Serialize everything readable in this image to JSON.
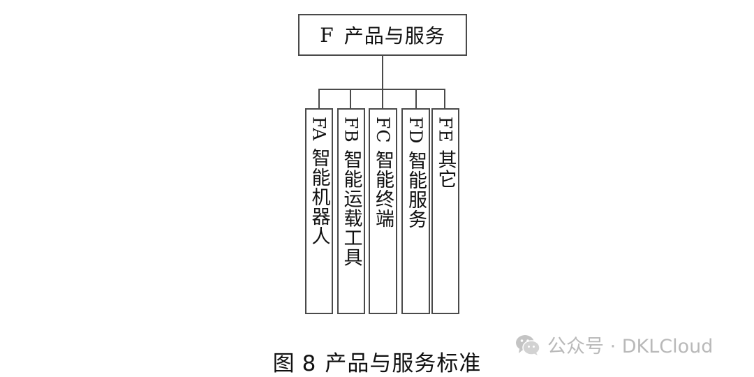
{
  "root": {
    "code": "F",
    "label": "产品与服务"
  },
  "children": [
    {
      "code": "FA",
      "label": "智能机器人"
    },
    {
      "code": "FB",
      "label": "智能运载工具"
    },
    {
      "code": "FC",
      "label": "智能终端"
    },
    {
      "code": "FD",
      "label": "智能服务"
    },
    {
      "code": "FE",
      "label": "其它"
    }
  ],
  "caption": {
    "prefix": "图",
    "number": "8",
    "title": "产品与服务标准"
  },
  "watermark": {
    "icon": "wechat-icon",
    "text": "公众号 · DKLCloud"
  },
  "colors": {
    "border": "#4a4a4a",
    "text": "#111111",
    "watermark": "#b9b9b9"
  }
}
